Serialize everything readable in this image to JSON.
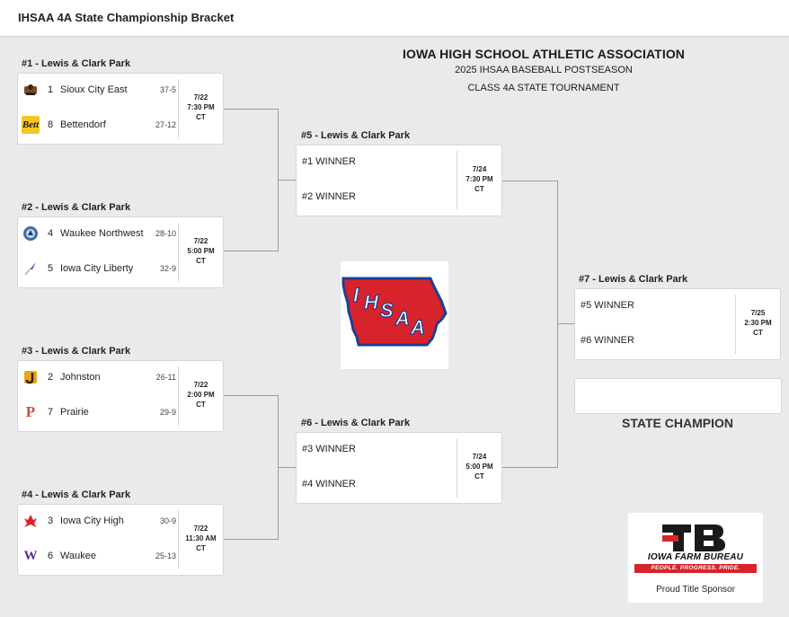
{
  "page": {
    "title": "IHSAA 4A State Championship Bracket"
  },
  "header": {
    "association": "IOWA HIGH SCHOOL ATHLETIC ASSOCIATION",
    "season": "2025 IHSAA BASEBALL POSTSEASON",
    "tournament": "CLASS 4A STATE TOURNAMENT"
  },
  "colors": {
    "accent_red": "#d7232b",
    "primary_blue": "#1b3f95",
    "line_gray": "#9a9b9d",
    "background": "#e9eaec"
  },
  "games": [
    {
      "label": "#1 - Lewis & Clark Park",
      "date": "7/22",
      "time": "7:30 PM",
      "tz": "CT",
      "teams": [
        {
          "seed": "1",
          "name": "Sioux City East",
          "record": "37-5",
          "logo": "sioux-city-east-logo"
        },
        {
          "seed": "8",
          "name": "Bettendorf",
          "record": "27-12",
          "logo": "bettendorf-logo",
          "logo_text": "Bett"
        }
      ]
    },
    {
      "label": "#2 - Lewis & Clark Park",
      "date": "7/22",
      "time": "5:00 PM",
      "tz": "CT",
      "teams": [
        {
          "seed": "4",
          "name": "Waukee Northwest",
          "record": "28-10",
          "logo": "waukee-northwest-logo"
        },
        {
          "seed": "5",
          "name": "Iowa City Liberty",
          "record": "32-9",
          "logo": "iowa-city-liberty-logo"
        }
      ]
    },
    {
      "label": "#3 - Lewis & Clark Park",
      "date": "7/22",
      "time": "2:00 PM",
      "tz": "CT",
      "teams": [
        {
          "seed": "2",
          "name": "Johnston",
          "record": "26-11",
          "logo": "johnston-logo"
        },
        {
          "seed": "7",
          "name": "Prairie",
          "record": "29-9",
          "logo": "prairie-logo",
          "logo_text": "P"
        }
      ]
    },
    {
      "label": "#4 - Lewis & Clark Park",
      "date": "7/22",
      "time": "11:30 AM",
      "tz": "CT",
      "teams": [
        {
          "seed": "3",
          "name": "Iowa City High",
          "record": "30-9",
          "logo": "iowa-city-high-logo"
        },
        {
          "seed": "6",
          "name": "Waukee",
          "record": "25-13",
          "logo": "waukee-logo",
          "logo_text": "W"
        }
      ]
    },
    {
      "label": "#5 - Lewis & Clark Park",
      "date": "7/24",
      "time": "7:30 PM",
      "tz": "CT",
      "slots": [
        "#1 WINNER",
        "#2 WINNER"
      ]
    },
    {
      "label": "#6 - Lewis & Clark Park",
      "date": "7/24",
      "time": "5:00 PM",
      "tz": "CT",
      "slots": [
        "#3 WINNER",
        "#4 WINNER"
      ]
    },
    {
      "label": "#7 - Lewis & Clark Park",
      "date": "7/25",
      "time": "2:30 PM",
      "tz": "CT",
      "slots": [
        "#5 WINNER",
        "#6 WINNER"
      ]
    }
  ],
  "champion": {
    "label": "STATE CHAMPION"
  },
  "ihsaa_logo": {
    "text": "IHSAA",
    "icon": "iowa-state-map-icon"
  },
  "sponsor": {
    "name": "IOWA FARM BUREAU",
    "tagline": "PEOPLE. PROGRESS. PRIDE.",
    "caption": "Proud Title Sponsor",
    "icon": "iowa-farm-bureau-logo"
  }
}
